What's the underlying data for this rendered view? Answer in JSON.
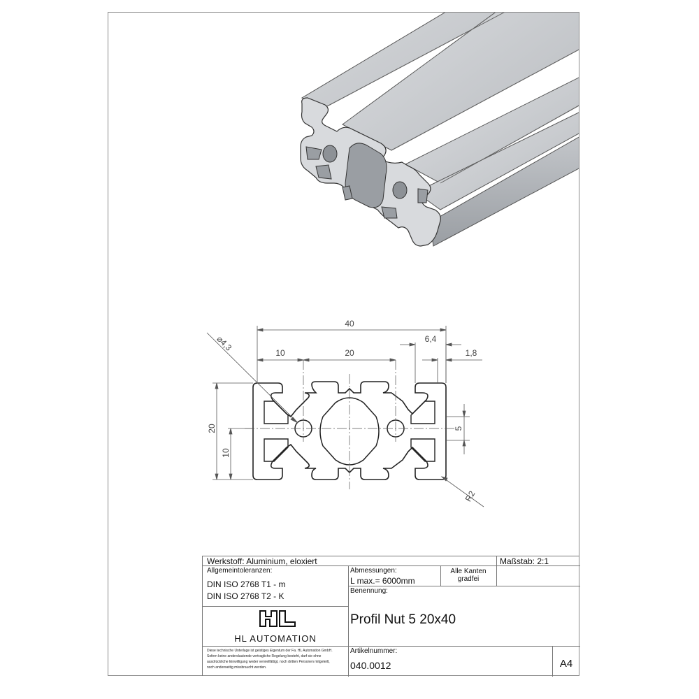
{
  "dimensions": {
    "overall_width": "40",
    "center_spacing": "20",
    "edge_to_center": "10",
    "slot_width": "6,4",
    "wall_thickness": "1,8",
    "bore_diameter": "⌀4,3",
    "height": "20",
    "half_height": "10",
    "bore_offset": "5",
    "corner_radius": "R2"
  },
  "title_block": {
    "material": "Werkstoff: Aluminium, eloxiert",
    "scale": "Maßstab: 2:1",
    "tolerances_label": "Allgemeintoleranzen:",
    "tolerance_1": "DIN ISO 2768 T1 - m",
    "tolerance_2": "DIN ISO 2768 T2 - K",
    "dimensions_label": "Abmessungen:",
    "length_max": "L max.= 6000mm",
    "edges_line1": "Alle Kanten",
    "edges_line2": "gradfei",
    "designation_label": "Benennung:",
    "designation": "Profil Nut 5 20x40",
    "company": "HL AUTOMATION",
    "legal_line1": "Diese technische Unterlage ist geistiges Eigentum der Fa. HL Automation GmbH.",
    "legal_line2": "Sofern keine anderslautende vertragliche Regelung besteht, darf sie ohne",
    "legal_line3": "ausdrückliche Einwilligung weder vervielfältigt, noch dritten Personen mitgeteilt,",
    "legal_line4": "noch anderweitig missbraucht werden.",
    "article_label": "Artikelnummer:",
    "article_number": "040.0012",
    "sheet_format": "A4"
  },
  "colors": {
    "profile_face": "#d5d7da",
    "profile_top": "#c7cacd",
    "profile_side": "#a9adb1",
    "line": "#333333",
    "frame": "#8a8a8a"
  }
}
